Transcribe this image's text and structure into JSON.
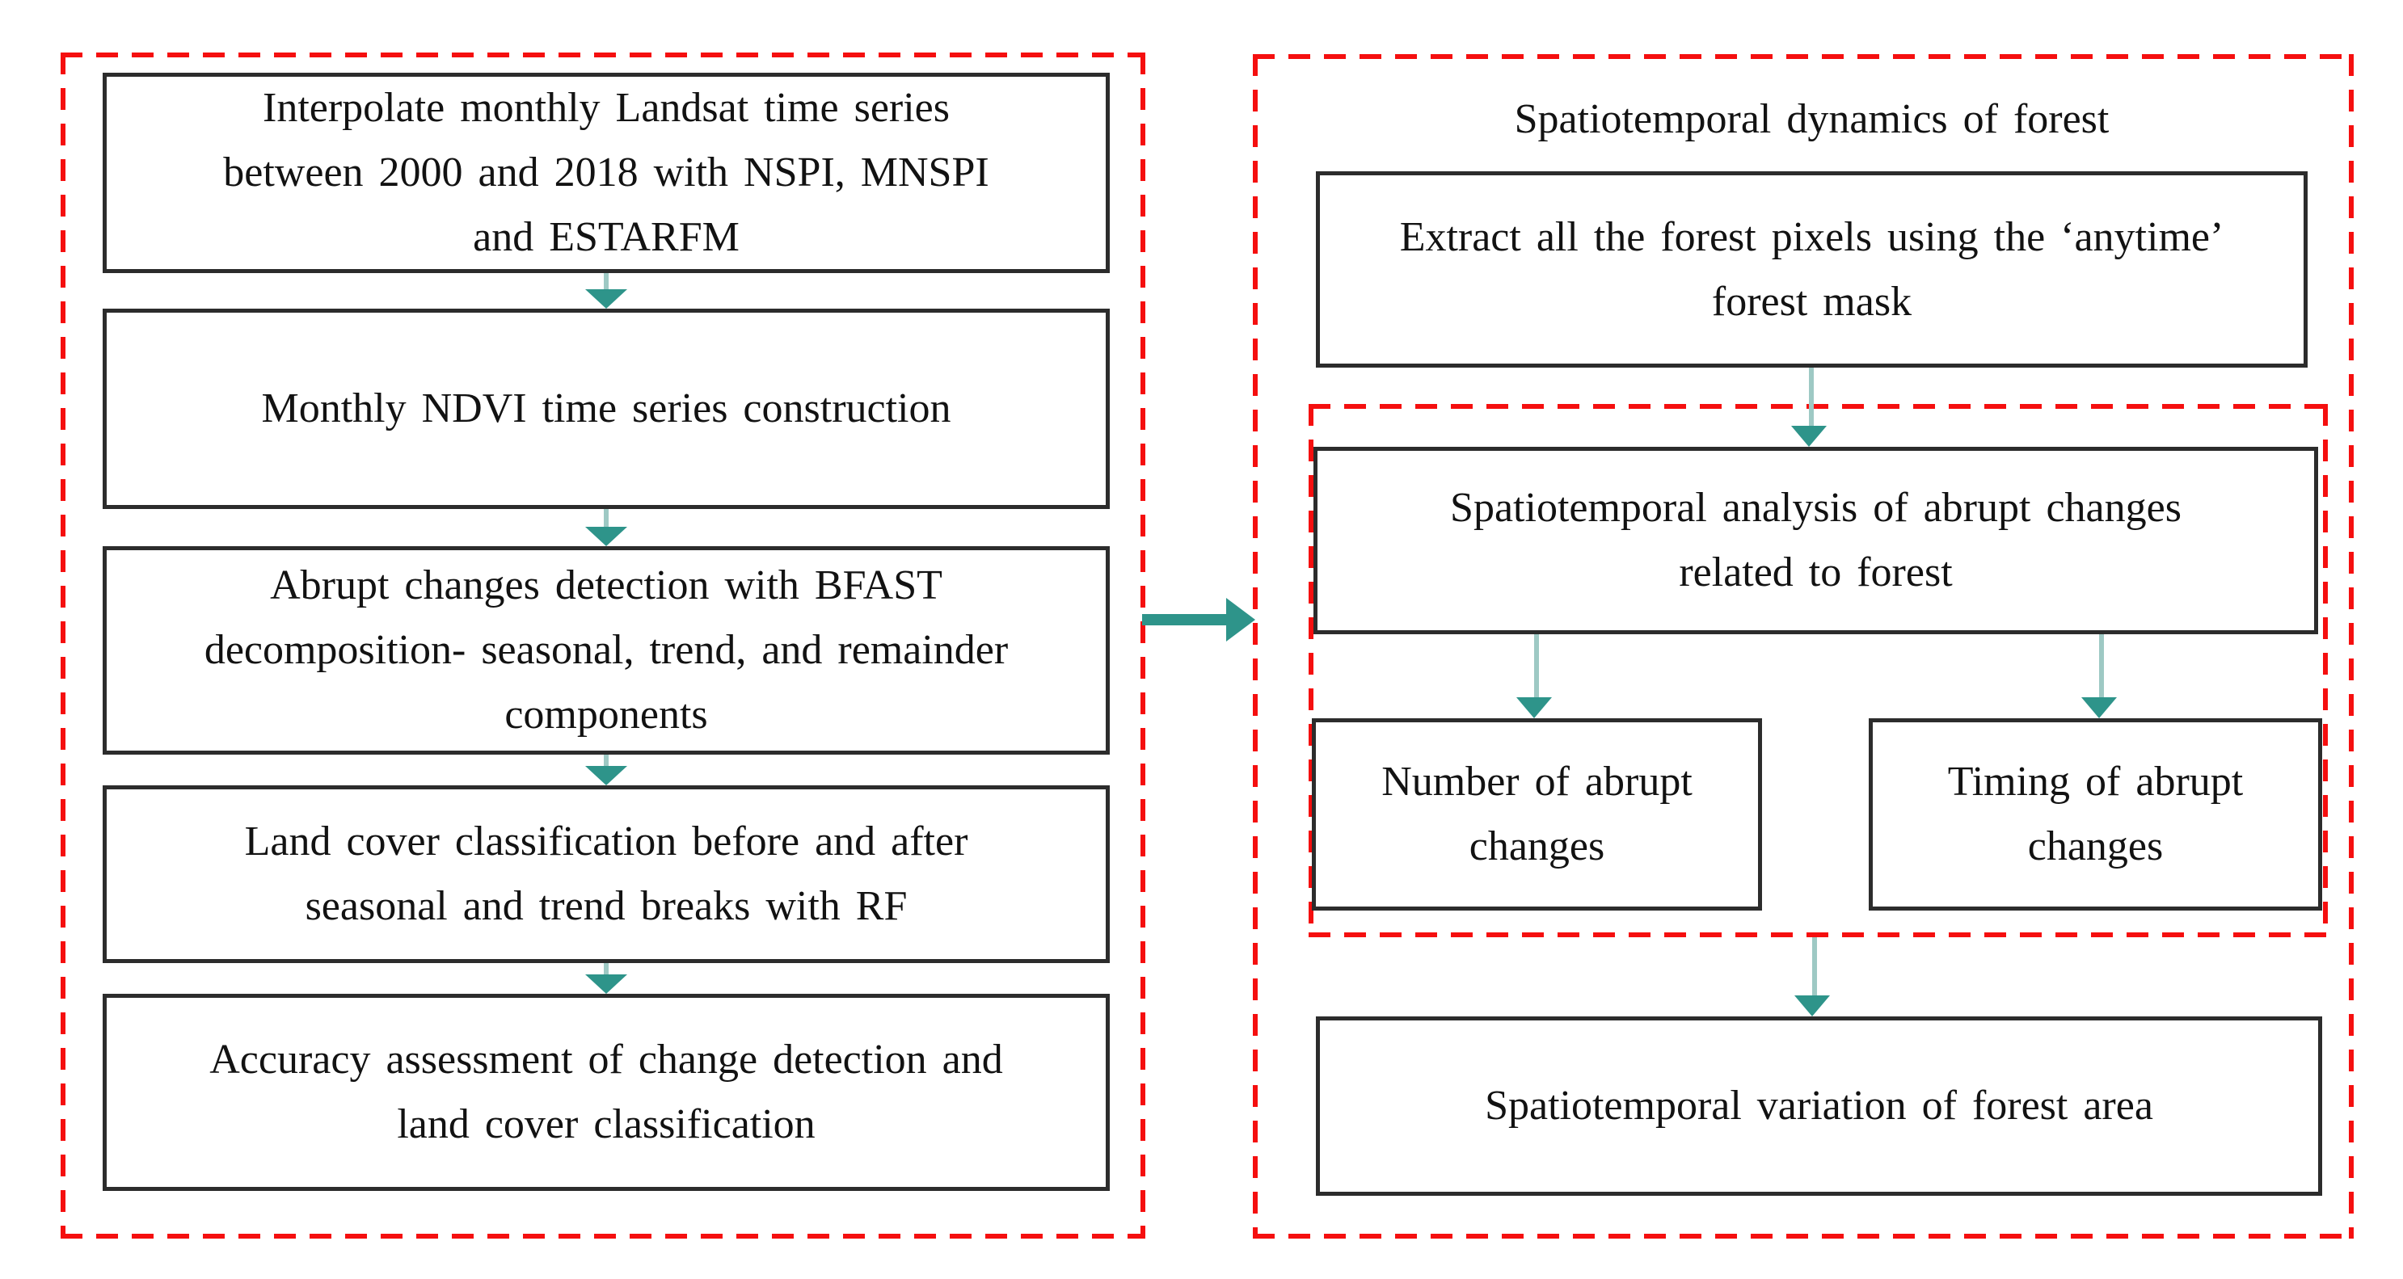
{
  "figure": {
    "left_panel": {
      "boxes": [
        {
          "label": "Interpolate monthly Landsat time series\nbetween 2000 and 2018 with NSPI, MNSPI\nand ESTARFM"
        },
        {
          "label": "Monthly NDVI time series construction"
        },
        {
          "label": "Abrupt changes detection with BFAST\ndecomposition- seasonal, trend, and remainder\ncomponents"
        },
        {
          "label": "Land cover classification before and after\nseasonal and trend breaks with RF"
        },
        {
          "label": "Accuracy assessment of change detection and\nland cover classification"
        }
      ]
    },
    "right_panel": {
      "title": "Spatiotemporal dynamics of forest",
      "extract_box": "Extract all the forest pixels using the ‘anytime’\nforest mask",
      "analysis_box": "Spatiotemporal analysis of abrupt changes\nrelated to forest",
      "number_box": "Number of abrupt\nchanges",
      "timing_box": "Timing of abrupt\nchanges",
      "variation_box": "Spatiotemporal variation of forest area"
    },
    "colors": {
      "dash_red": "#f50f0f",
      "arrow_teal": "#2e948a",
      "arrow_shaft_teal": "#9ec9c4",
      "box_border": "#2c2c2c",
      "text": "#121212"
    }
  }
}
